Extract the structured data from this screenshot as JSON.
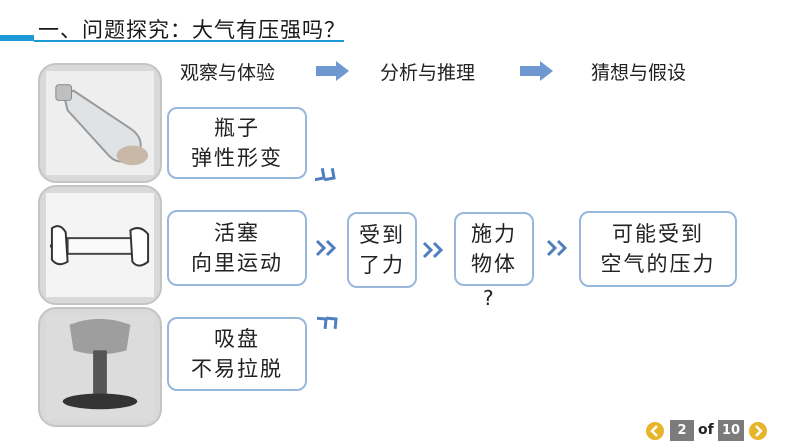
{
  "title": "一、问题探究：大气有压强吗？",
  "flow": {
    "step1": "观察与体验",
    "step2": "分析与推理",
    "step3": "猜想与假设"
  },
  "observations": [
    {
      "text": "瓶子\n弹性形变",
      "image": "squeezed-bottle"
    },
    {
      "text": "活塞\n向里运动",
      "image": "syringe"
    },
    {
      "text": "吸盘\n不易拉脱",
      "image": "suction-cup"
    }
  ],
  "reasoning": {
    "force": "受到\n了力",
    "source": "施力\n物体",
    "question_mark": "?",
    "hypothesis": "可能受到\n空气的压力"
  },
  "colors": {
    "accent": "#1b9ad6",
    "box_border": "#97b8dc",
    "arrow_blue": "#6f98d0",
    "pager_gold": "#e8b52a"
  },
  "pager": {
    "current": "2",
    "of": "of",
    "total": "10"
  }
}
